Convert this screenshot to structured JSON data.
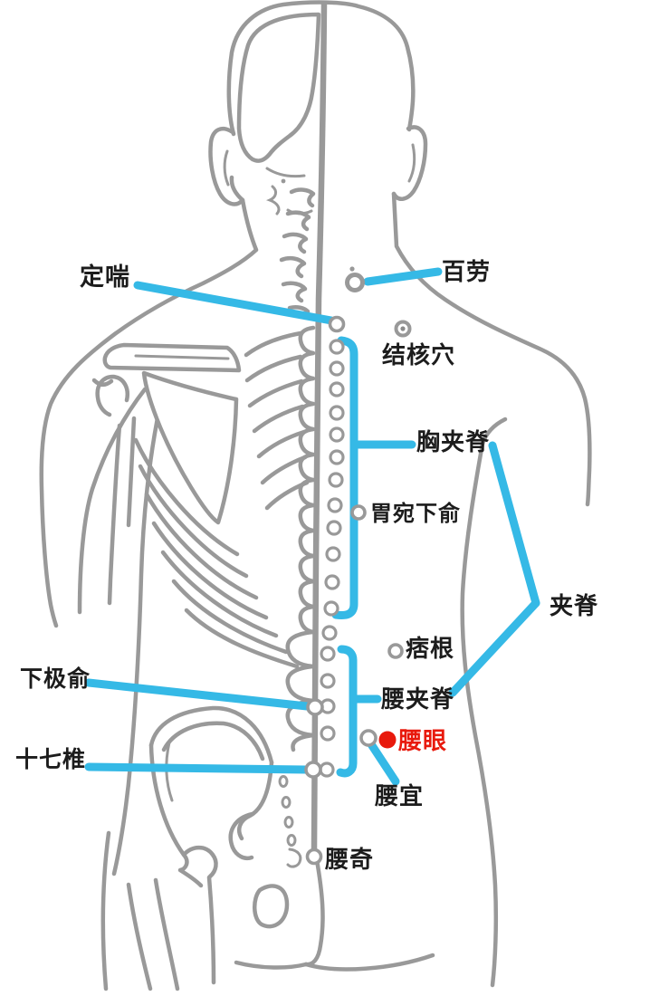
{
  "colors": {
    "background": "#ffffff",
    "sketch_gray": "#999999",
    "annotation_cyan": "#35b9e6",
    "highlight_red": "#e8190c",
    "text": "#1c1c1c"
  },
  "points": [
    {
      "id": "dingchuan",
      "label": "定喘",
      "marker": "circle-outline",
      "label_color": "#1c1c1c"
    },
    {
      "id": "bailao",
      "label": "百劳",
      "marker": "ring",
      "label_color": "#1c1c1c"
    },
    {
      "id": "jiehexue",
      "label": "结核穴",
      "marker": "ring-dot",
      "label_color": "#1c1c1c"
    },
    {
      "id": "xiongjiaji",
      "label": "胸夹脊",
      "marker": "bracket",
      "label_color": "#1c1c1c"
    },
    {
      "id": "weiwanxiashu",
      "label": "胃宛下俞",
      "marker": "circle-outline",
      "label_color": "#1c1c1c"
    },
    {
      "id": "jiaji",
      "label": "夹脊",
      "marker": "pointer-lines",
      "label_color": "#1c1c1c"
    },
    {
      "id": "pigen",
      "label": "痞根",
      "marker": "circle-outline",
      "label_color": "#1c1c1c"
    },
    {
      "id": "yaojiaji",
      "label": "腰夹脊",
      "marker": "bracket",
      "label_color": "#1c1c1c"
    },
    {
      "id": "xiajishu",
      "label": "下极俞",
      "marker": "circle-outline",
      "label_color": "#1c1c1c"
    },
    {
      "id": "yaoyan",
      "label": "腰眼",
      "marker": "filled-red-dot",
      "label_color": "#e8190c"
    },
    {
      "id": "yaoyi",
      "label": "腰宜",
      "marker": "circle-outline",
      "label_color": "#1c1c1c"
    },
    {
      "id": "shiqizhui",
      "label": "十七椎",
      "marker": "circle-outline",
      "label_color": "#1c1c1c"
    },
    {
      "id": "yaoqi",
      "label": "腰奇",
      "marker": "circle-outline",
      "label_color": "#1c1c1c"
    }
  ],
  "figure_marks": {
    "thoracic_dot_count": 13,
    "transition_dot_count": 1,
    "lumbar_dot_count": 5,
    "thoracic_bracket_span_dots": 12,
    "lumbar_bracket_span_dots": 5
  }
}
